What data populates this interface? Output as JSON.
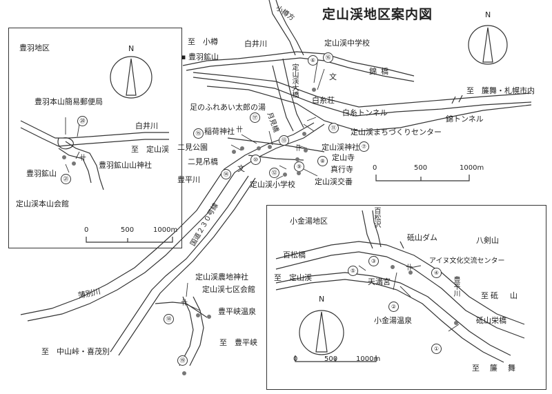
{
  "title": "定山渓地区案内図",
  "north": "N",
  "main_map": {
    "to_otaru": "至　小樽",
    "shiraikawa": "白井川",
    "houei_mine": "豊羽鉱山",
    "jozankei_middle": "定山渓中学校",
    "fumon_school_mark": "文",
    "nishiki_bridge": "錦橋",
    "to_sapporo": "至　簾舞・札幌市内",
    "shiraito_sou": "白糸荘",
    "shiraito_tunnel": "白糸トンネル",
    "nishiki_tunnel": "錦トンネル",
    "jozankei_ohashi": "定山渓大橋",
    "ashi_bath": "足のふれあい太郎の湯",
    "inari_shrine": "稲荷神社",
    "tsukimi_bridge": "月見橋",
    "machizukuri": "定山渓まちづくりセンター",
    "futami_park": "二見公園",
    "futami_bridge": "二見吊橋",
    "jozankei_shrine": "定山渓神社",
    "jozanji": "定山寺",
    "shingyoji": "真行寺",
    "koban": "定山渓交番",
    "toyohira_river": "豊平川",
    "elementary": "定山渓小学校",
    "school_mark": "文",
    "shrine_mark": "卄",
    "route": "国道２３０号線",
    "usubetsu": "薄別川",
    "nouchi_shrine": "定山渓農地神社",
    "shichiku": "定山渓七区会館",
    "toyohirakyo_onsen": "豊平峡温泉",
    "to_toyohirakyo": "至　豊平峡",
    "to_nakayama": "至　中山峠・喜茂別",
    "top_road_note": "小樽方",
    "scale": [
      "0",
      "500",
      "1000m"
    ],
    "markers": [
      "⑥",
      "⑯",
      "⑪",
      "⑦",
      "⑮",
      "⑰",
      "⑬",
      "⑩",
      "⑫",
      "⑧",
      "⑨",
      "⑭",
      "⑱",
      "⑲"
    ]
  },
  "inset_houei": {
    "region": "豊羽地区",
    "post_office": "豊羽本山簡易郵便局",
    "shiraikawa": "白井川",
    "to_jozankei": "至　定山渓",
    "mine": "豊羽鉱山",
    "shrine": "豊羽鉱山山神社",
    "kaikan": "定山渓本山会館",
    "shrine_mark": "卄",
    "scale": [
      "0",
      "500",
      "1000m"
    ],
    "markers": [
      "⑳",
      "㉑"
    ]
  },
  "inset_kogane": {
    "region": "小金湯地区",
    "hyakumatsu_sawa": "百松沢",
    "toishi_dam": "砥山ダム",
    "hakkenzan": "八剣山",
    "hyakumatsu_bridge": "百松橋",
    "ainu_center": "アイヌ文化交流センター",
    "to_jozankei": "至　定山渓",
    "tenmangu": "天満宮",
    "to_toishi": "至砥　山",
    "toyohira_river": "豊平川",
    "kogane_onsen": "小金湯温泉",
    "toishi_sakae_bridge": "砥山栄橋",
    "to_misumai": "至　簾　舞",
    "shrine_mark": "卄",
    "scale": [
      "0",
      "500",
      "1000m"
    ],
    "markers": [
      "①",
      "②",
      "③",
      "④",
      "⑤"
    ]
  }
}
